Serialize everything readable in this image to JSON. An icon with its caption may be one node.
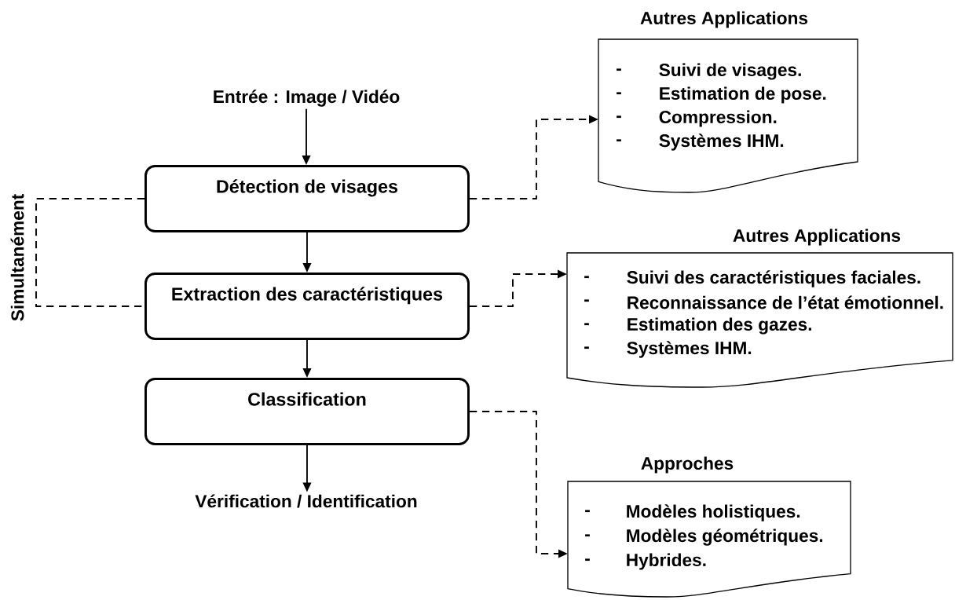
{
  "diagram": {
    "nodes": [
      {
        "text": [
          "Entrée : Image / Vidéo"
        ]
      },
      {
        "text": [
          "Détection de visages"
        ]
      },
      {
        "text": [
          "Extraction des caractéristiques"
        ]
      },
      {
        "text": [
          "Classification"
        ]
      },
      {
        "text": [
          "Vérification / Identification"
        ]
      },
      {
        "text": [
          "Autres Applications",
          "-",
          "Suivi de visages.",
          "-",
          "Estimation de pose.",
          "-",
          "Compression.",
          "-",
          "Systèmes IHM."
        ]
      },
      {
        "text": [
          "Autres Applications",
          "-",
          "Suivi des caractéristiques faciales.",
          "-",
          "Reconnaissance de l’état émotionnel.",
          "-",
          "Estimation des gazes.",
          "-",
          "Systèmes IHM."
        ]
      },
      {
        "text": [
          "Approches",
          "-",
          "Modèles holistiques.",
          "-",
          "Modèles géométriques.",
          "-",
          "Hybrides."
        ]
      }
    ],
    "edges": [
      {
        "from": 0,
        "to": 1,
        "arrow": "to"
      },
      {
        "from": 1,
        "to": 2,
        "arrow": "to"
      },
      {
        "from": 2,
        "to": 3,
        "arrow": "to"
      },
      {
        "from": 3,
        "to": 4,
        "arrow": "to"
      },
      {
        "from": 1,
        "to": 5,
        "arrow": "to",
        "style": "dashed"
      },
      {
        "from": 2,
        "to": 6,
        "arrow": "to",
        "style": "dashed"
      },
      {
        "from": 3,
        "to": 7,
        "arrow": "to",
        "style": "dashed"
      },
      {
        "from": 1,
        "to": 2,
        "arrow": "none",
        "style": "dashed",
        "label": "Simultanément"
      }
    ]
  }
}
